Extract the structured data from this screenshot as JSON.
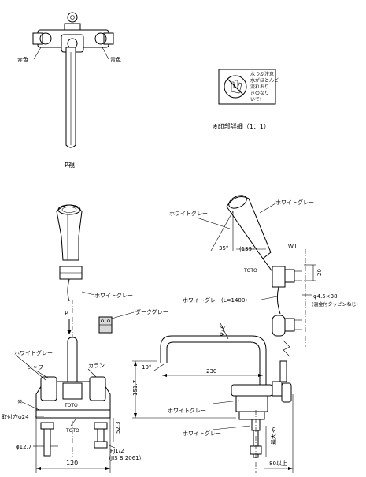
{
  "top_view": {
    "label_red": "赤色",
    "label_blue": "青色",
    "caption": "P視"
  },
  "stamp": {
    "lines": [
      "水つぶ注意",
      "水がほとんど",
      "流れおり",
      "きのなり",
      "いで!"
    ],
    "caption": "※印部詳細（1：1）"
  },
  "front_view": {
    "label_white_gray_hose": "ホワイトグレー",
    "label_dark_gray": "ダークグレー",
    "label_white_gray_body": "ホワイトグレー",
    "label_shower": "シャワー",
    "label_karan": "カラン",
    "label_mark": "※",
    "label_mount_hole": "取付穴φ24",
    "label_brand": "TOTO",
    "label_arrow": "P",
    "dim_pipe_dia": "φ12.7",
    "dim_thread": "PJ1/2",
    "dim_jis": "（JIS B 2061）",
    "dim_height_base": "52.3",
    "dim_width": "120"
  },
  "side_view": {
    "label_white_gray_head": "ホワイトグレー",
    "label_white_gray_handle": "ホワイトグレー",
    "label_angle_35": "35°",
    "label_139": "(139)",
    "label_wl": "W.L.",
    "label_20": "20",
    "label_brand": "TOTO",
    "label_hose": "ホワイトグレー(L=1400)",
    "label_screw": "φ4.5×38",
    "label_screw_note": "(温金付タッピンねじ)",
    "label_phi16": "φ16",
    "label_angle_10": "10°",
    "dim_spout": "230",
    "dim_height": "151.7",
    "label_white_gray_lower1": "ホワイトグレー",
    "label_white_gray_lower2": "ホワイトグレー",
    "dim_max35": "最大35",
    "dim_80": "80以上"
  }
}
